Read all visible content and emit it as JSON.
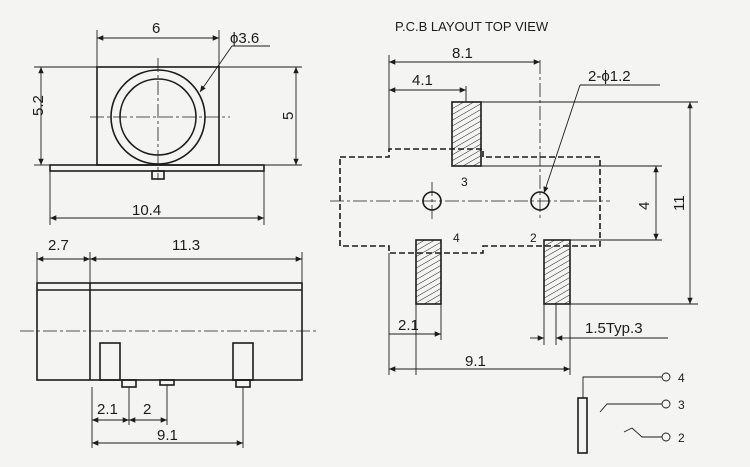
{
  "title": "P.C.B LAYOUT  TOP VIEW",
  "front_view": {
    "width": "6",
    "diameter": "ϕ3.6",
    "height_left": "5.2",
    "height_right": "5",
    "base_width": "10.4"
  },
  "side_view": {
    "left": "2.7",
    "length": "11.3",
    "pin_a": "2.1",
    "pin_b": "2",
    "total": "9.1"
  },
  "pcb": {
    "span": "8.1",
    "offset": "4.1",
    "holes": "2-ϕ1.2",
    "pin_3": "3",
    "pin_4": "4",
    "pin_2": "2",
    "pitch": "4",
    "height": "11",
    "pad_width": "2.1",
    "pad_typ": "1.5Typ.3",
    "total": "9.1"
  },
  "schematic": {
    "pin4": "4",
    "pin3": "3",
    "pin2": "2"
  }
}
